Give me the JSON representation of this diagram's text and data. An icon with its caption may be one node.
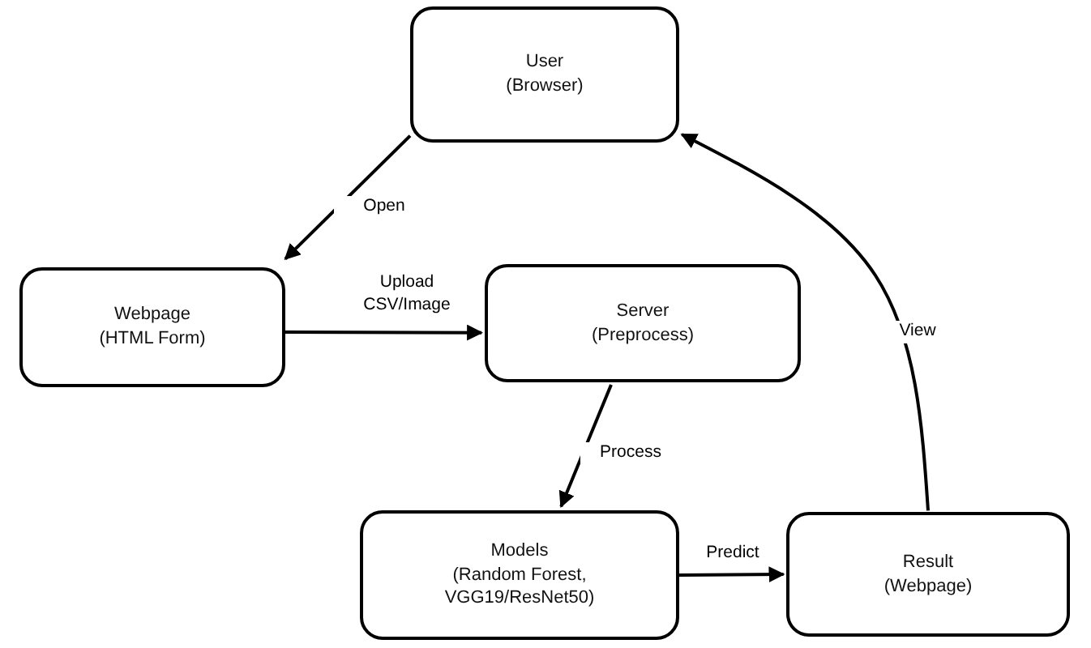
{
  "diagram": {
    "nodes": [
      {
        "text": [
          "User",
          "(Browser)"
        ]
      },
      {
        "text": [
          "Webpage",
          "(HTML Form)"
        ]
      },
      {
        "text": [
          "Server",
          "(Preprocess)"
        ]
      },
      {
        "text": [
          "Models",
          "(Random Forest, VGG19/ResNet50)"
        ]
      },
      {
        "text": [
          "Result",
          "(Webpage)"
        ]
      }
    ],
    "edges": [
      {
        "from": 0,
        "to": 1,
        "arrow": "to",
        "label": "Open"
      },
      {
        "from": 1,
        "to": 2,
        "arrow": "to",
        "label": "Upload CSV/Image"
      },
      {
        "from": 2,
        "to": 3,
        "arrow": "to",
        "label": "Process"
      },
      {
        "from": 3,
        "to": 4,
        "arrow": "to",
        "label": "Predict"
      },
      {
        "from": 4,
        "to": 0,
        "arrow": "to",
        "label": "View"
      }
    ]
  }
}
